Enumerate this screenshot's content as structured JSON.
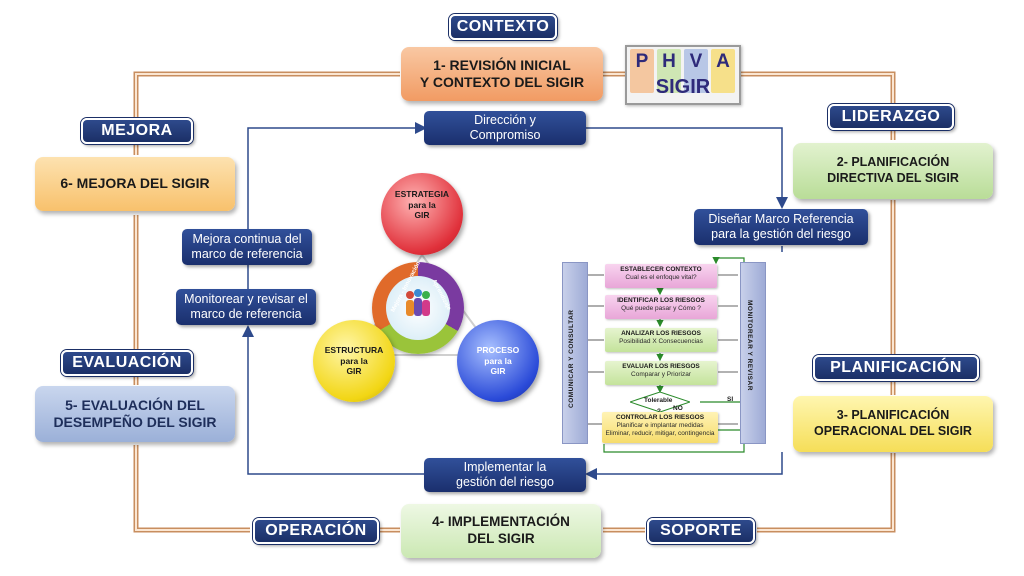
{
  "labels": {
    "contexto": "CONTEXTO",
    "mejora": "MEJORA",
    "liderazgo": "LIDERAZGO",
    "evaluacion": "EVALUACIÓN",
    "planificacion": "PLANIFICACIÓN",
    "operacion": "OPERACIÓN",
    "soporte": "SOPORTE"
  },
  "stages": {
    "s1_line1": "1-  REVISIÓN INICIAL",
    "s1_line2": "Y CONTEXTO DEL SIGIR",
    "s2_line1": "2- PLANIFICACIÓN",
    "s2_line2": "DIRECTIVA DEL SIGIR",
    "s3_line1": "3- PLANIFICACIÓN",
    "s3_line2": "OPERACIONAL DEL SIGIR",
    "s4_line1": "4- IMPLEMENTACIÓN",
    "s4_line2": "DEL SIGIR",
    "s5_line1": "5-  EVALUACIÓN DEL",
    "s5_line2": "DESEMPEÑO DEL SIGIR",
    "s6": "6- MEJORA DEL SIGIR"
  },
  "phva": {
    "letters": [
      "P",
      "H",
      "V",
      "A"
    ],
    "title": "SIGIR",
    "stripe_colors": [
      "#f4c7a0",
      "#cfe6b4",
      "#b8c7e6",
      "#f6e08a"
    ]
  },
  "inner": {
    "direccion_line1": "Dirección  y",
    "direccion_line2": "Compromiso",
    "disenar_line1": "Diseñar Marco Referencia",
    "disenar_line2": "para  la gestión del riesgo",
    "implementar_line1": "Implementar la",
    "implementar_line2": "gestión del riesgo",
    "monitorear_line1": "Monitorear y revisar el",
    "monitorear_line2": "marco de  referencia",
    "mejora_line1": "Mejora continua del",
    "mejora_line2": "marco de referencia"
  },
  "circles": {
    "estrategia": [
      "ESTRATEGIA",
      "para la",
      "GIR"
    ],
    "estructura": [
      "ESTRUCTURA",
      "para la",
      "GIR"
    ],
    "proceso": [
      "PROCESO",
      "para la",
      "GIR"
    ],
    "ring_text_1": "Mejora - Innovación",
    "ring_text_2": "Aprendizaje"
  },
  "process": {
    "left_bar": "COMUNICAR  Y  CONSULTAR",
    "right_bar": "MONITOREAR  Y  REVISAR",
    "steps": [
      {
        "title": "ESTABLECER CONTEXTO",
        "sub": "Cual es el enfoque vital?"
      },
      {
        "title": "IDENTIFICAR  LOS RIESGOS",
        "sub": "Qué puede pasar  y Cómo ?"
      },
      {
        "title": "ANALIZAR   LOS RIESGOS",
        "sub": "Posibilidad X Consecuencias"
      },
      {
        "title": "EVALUAR LOS RIESGOS",
        "sub": "Comparar  y Priorizar"
      }
    ],
    "tolerable": "Tolerable",
    "q": "?",
    "no": "NO",
    "si": "SI",
    "control_title": "CONTROLAR LOS RIESGOS",
    "control_sub1": "Planificar e implantar medidas",
    "control_sub2": "Eliminar, reducir, mitigar, contingencia"
  }
}
